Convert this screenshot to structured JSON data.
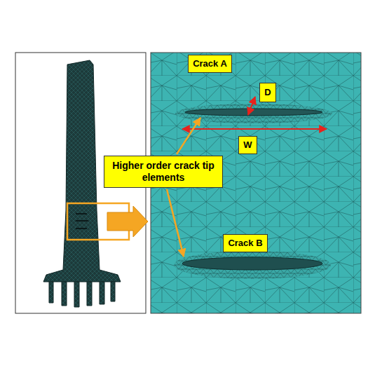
{
  "diagram": {
    "nodes": [
      {
        "text": [
          "Crack A"
        ]
      },
      {
        "text": [
          "D"
        ]
      },
      {
        "text": [
          "W"
        ]
      },
      {
        "text": [
          "Higher order crack tip elements"
        ]
      },
      {
        "text": [
          "Crack B"
        ]
      }
    ]
  }
}
